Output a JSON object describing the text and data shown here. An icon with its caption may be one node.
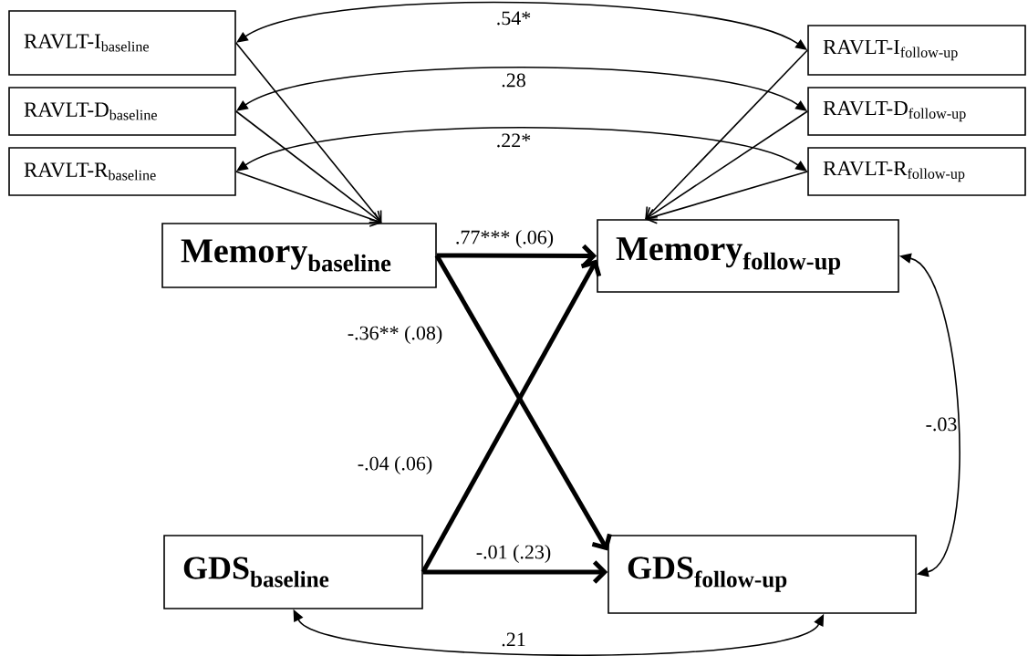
{
  "diagram": {
    "nodes": [
      {
        "text": [
          "RAVLT-I$_{baseline}$"
        ]
      },
      {
        "text": [
          "RAVLT-D$_{baseline}$"
        ]
      },
      {
        "text": [
          "RAVLT-R$_{baseline}$"
        ]
      },
      {
        "text": [
          "RAVLT-I$_{follow-up}$"
        ]
      },
      {
        "text": [
          "RAVLT-D$_{follow-up}$"
        ]
      },
      {
        "text": [
          "RAVLT-R$_{follow-up}$"
        ]
      },
      {
        "text": [
          "Memory$_{baseline}$"
        ]
      },
      {
        "text": [
          "Memory$_{follow-up}$"
        ]
      },
      {
        "text": [
          "GDS$_{baseline}$"
        ]
      },
      {
        "text": [
          "GDS$_{follow-up}$"
        ]
      }
    ],
    "edges": [
      {
        "from": 0,
        "to": 6,
        "arrow": "to"
      },
      {
        "from": 1,
        "to": 6,
        "arrow": "to"
      },
      {
        "from": 2,
        "to": 6,
        "arrow": "to"
      },
      {
        "from": 3,
        "to": 7,
        "arrow": "to"
      },
      {
        "from": 4,
        "to": 7,
        "arrow": "to"
      },
      {
        "from": 5,
        "to": 7,
        "arrow": "to"
      },
      {
        "from": 0,
        "to": 3,
        "arrow": "both",
        "label": ".54*"
      },
      {
        "from": 1,
        "to": 4,
        "arrow": "both",
        "label": ".28"
      },
      {
        "from": 2,
        "to": 5,
        "arrow": "both",
        "label": ".22*"
      },
      {
        "from": 6,
        "to": 7,
        "arrow": "to",
        "style": "thick",
        "label": ".77*** (.06)"
      },
      {
        "from": 6,
        "to": 9,
        "arrow": "to",
        "style": "thick",
        "label": "-.36** (.08)"
      },
      {
        "from": 8,
        "to": 7,
        "arrow": "to",
        "style": "thick",
        "label": "-.04 (.06)"
      },
      {
        "from": 8,
        "to": 9,
        "arrow": "to",
        "style": "thick",
        "label": "-.01 (.23)"
      },
      {
        "from": 7,
        "to": 9,
        "arrow": "both",
        "label": "-.03"
      },
      {
        "from": 8,
        "to": 9,
        "arrow": "both",
        "label": ".21"
      }
    ]
  }
}
